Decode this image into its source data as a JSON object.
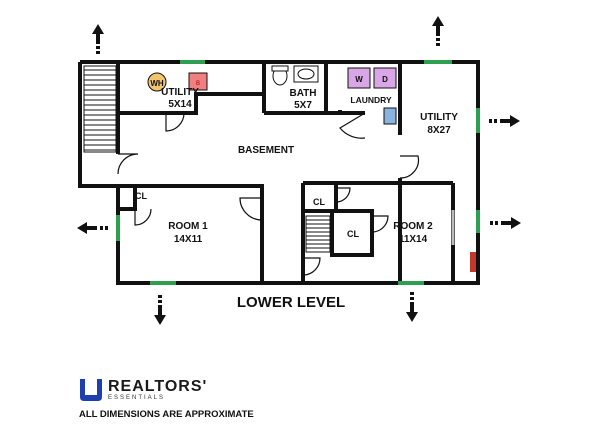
{
  "rooms": {
    "utility_small": {
      "name": "UTILITY",
      "size": "5X14"
    },
    "bath": {
      "name": "BATH",
      "size": "5X7"
    },
    "laundry": {
      "name": "LAUNDRY"
    },
    "utility_large": {
      "name": "UTILITY",
      "size": "8X27"
    },
    "basement": {
      "name": "BASEMENT"
    },
    "room1": {
      "name": "ROOM 1",
      "size": "14X11"
    },
    "room2": {
      "name": "ROOM 2",
      "size": "11X14"
    },
    "closet_room1": {
      "name": "CL"
    },
    "closet_room2_a": {
      "name": "CL"
    },
    "closet_room2_b": {
      "name": "CL"
    }
  },
  "fixtures": {
    "water_heater": "WH",
    "furnace": "B",
    "washer": "W",
    "dryer": "D"
  },
  "floor_label": "LOWER LEVEL",
  "brand": {
    "name": "REALTORS'",
    "sub": "ESSENTIALS"
  },
  "disclaimer": "ALL DIMENSIONS ARE APPROXIMATE",
  "colors": {
    "wall": "#111111",
    "window": "#2e9e4f",
    "arrow": "#111111",
    "appliance": "#d9a6e8",
    "brand_blue": "#1f3fae"
  }
}
